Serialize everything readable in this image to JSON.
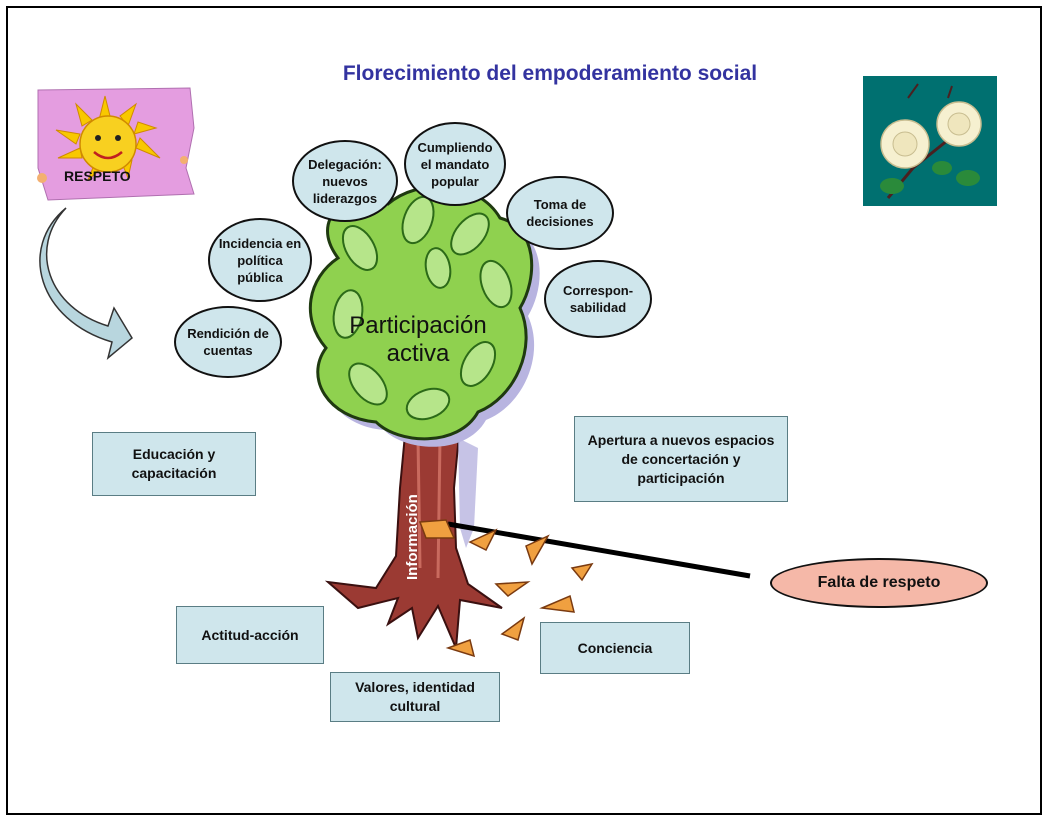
{
  "title": "Florecimiento del empoderamiento social",
  "respeto": "RESPETO",
  "tree": {
    "crown_label": "Participación activa",
    "trunk_label": "Información"
  },
  "ellipses": [
    "Rendición de cuentas",
    "Incidencia en política pública",
    "Delegación: nuevos liderazgos",
    "Cumpliendo el mandato popular",
    "Toma de decisiones",
    "Correspon- sabilidad"
  ],
  "boxes": {
    "educacion": "Educación y capacitación",
    "apertura": "Apertura a nuevos espacios de concertación y participación",
    "actitud": "Actitud-acción",
    "conciencia": "Conciencia",
    "valores": "Valores, identidad cultural"
  },
  "falta": "Falta de respeto",
  "colors": {
    "title": "#3333a0",
    "bubble_fill": "#cfe6ec",
    "crown_green": "#8fd14f",
    "trunk_brown": "#9b3a33",
    "leaf_orange": "#f0a040",
    "falta_fill": "#f5b8a8"
  }
}
